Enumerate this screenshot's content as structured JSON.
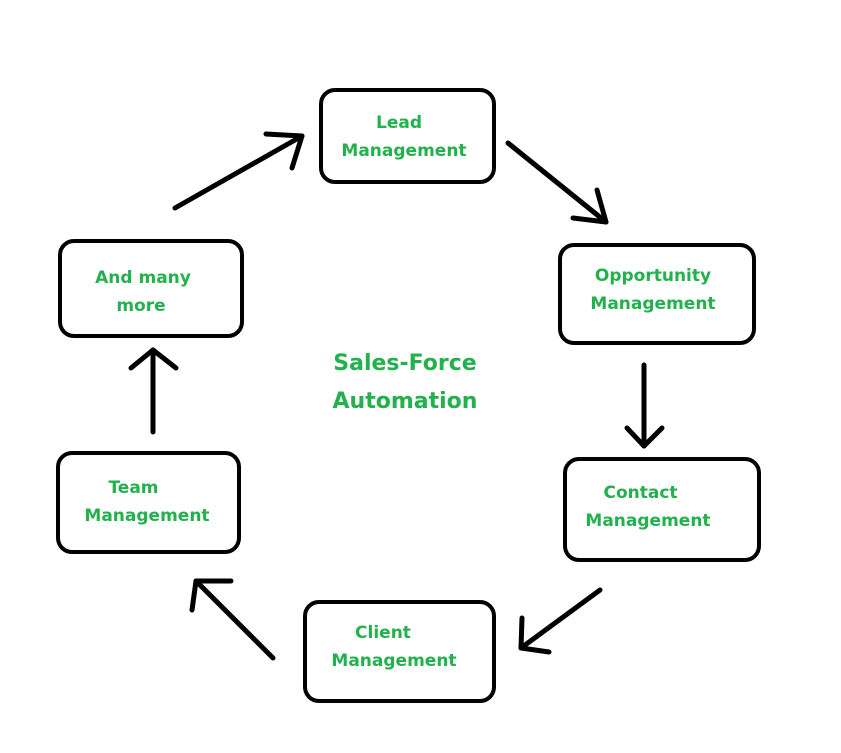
{
  "diagram": {
    "title_line1": "Sales-Force",
    "title_line2": "Automation",
    "text_color": "#22b14c",
    "border_color": "#000000",
    "nodes": [
      {
        "id": "lead",
        "line1": "Lead",
        "line2": "Management"
      },
      {
        "id": "opportunity",
        "line1": "Opportunity",
        "line2": "Management"
      },
      {
        "id": "contact",
        "line1": "Contact",
        "line2": "Management"
      },
      {
        "id": "client",
        "line1": "Client",
        "line2": "Management"
      },
      {
        "id": "team",
        "line1": "Team",
        "line2": "Management"
      },
      {
        "id": "more",
        "line1": "And many",
        "line2": "more"
      }
    ],
    "edges": [
      {
        "from": "lead",
        "to": "opportunity"
      },
      {
        "from": "opportunity",
        "to": "contact"
      },
      {
        "from": "contact",
        "to": "client"
      },
      {
        "from": "client",
        "to": "team"
      },
      {
        "from": "team",
        "to": "more"
      },
      {
        "from": "more",
        "to": "lead"
      }
    ]
  }
}
